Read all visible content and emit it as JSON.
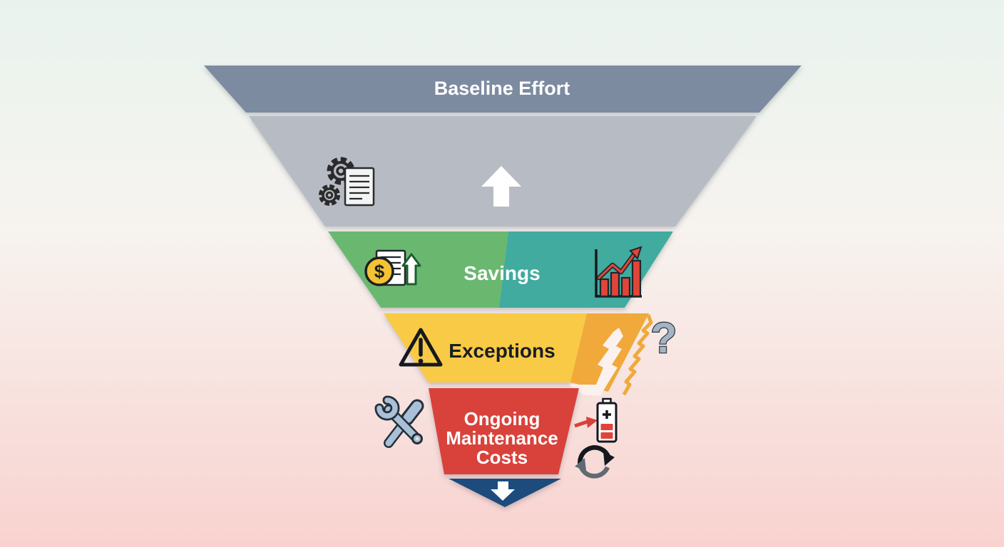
{
  "background": {
    "top_color": "#e9f3ee",
    "bottom_color": "#f9d2cf"
  },
  "funnel": {
    "layers": [
      {
        "id": "baseline-effort",
        "label": "Baseline Effort",
        "color": "#7b8ba0",
        "text_color": "#ffffff"
      },
      {
        "id": "automation-process",
        "label": "",
        "color": "#b7bcc4",
        "icons": [
          "gears-document-icon",
          "up-arrow-icon"
        ]
      },
      {
        "id": "savings",
        "label": "Savings",
        "color_left": "#6ab870",
        "color_right": "#3fab9e",
        "text_color": "#ffffff",
        "icons": [
          "dollar-document-icon",
          "growth-chart-icon"
        ]
      },
      {
        "id": "exceptions",
        "label": "Exceptions",
        "color": "#f9ca45",
        "torn_color": "#f0a93a",
        "text_color": "#191d24",
        "icons": [
          "warning-triangle-icon",
          "question-mark"
        ]
      },
      {
        "id": "ongoing-maintenance-costs",
        "label": "Ongoing Maintenance Costs",
        "lines": [
          "Ongoing",
          "Maintenance",
          "Costs"
        ],
        "color": "#d8423a",
        "text_color": "#ffffff",
        "icons": [
          "wrench-screwdriver-icon",
          "battery-low-icon",
          "refresh-arrows-icon"
        ]
      }
    ],
    "outlet": {
      "color": "#1d4c7c",
      "icon": "down-arrow-icon"
    }
  },
  "annotations": {
    "question_mark": "?",
    "dollar_sign": "$"
  }
}
